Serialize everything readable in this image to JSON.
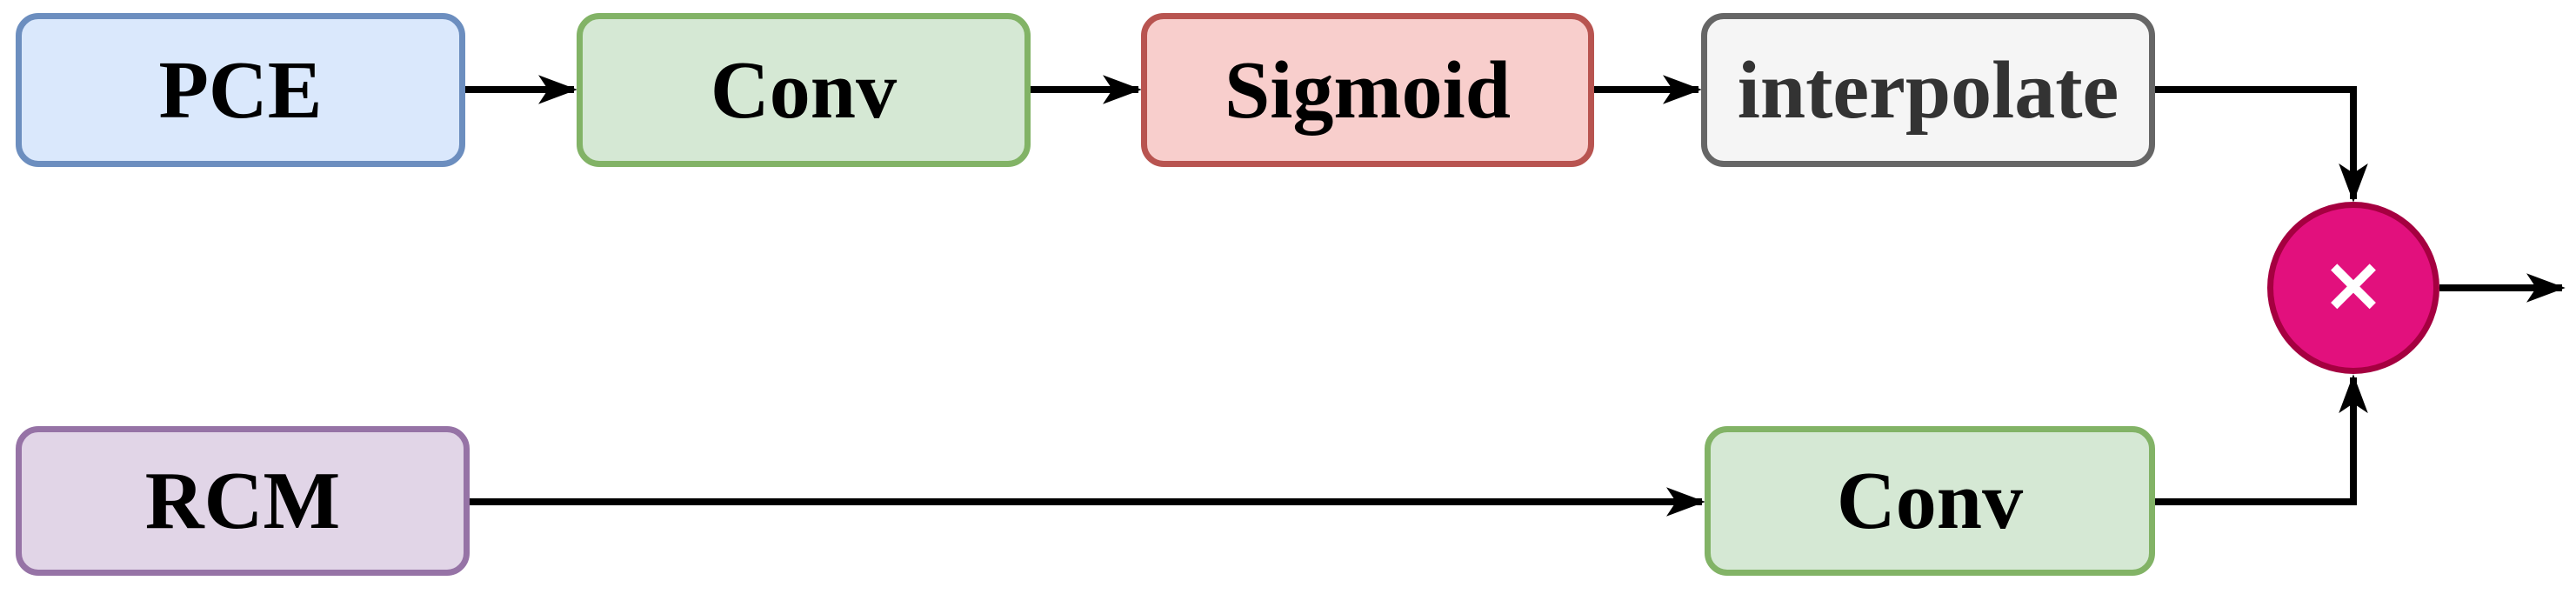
{
  "diagram": {
    "background": "#ffffff",
    "arrow_color": "#000000",
    "nodes": {
      "pce": {
        "label": "PCE",
        "fill": "#dae8fc",
        "stroke": "#6c8ebf",
        "text_color": "#000000"
      },
      "conv_top": {
        "label": "Conv",
        "fill": "#d5e8d4",
        "stroke": "#82b366",
        "text_color": "#000000"
      },
      "sigmoid": {
        "label": "Sigmoid",
        "fill": "#f8cecc",
        "stroke": "#b85450",
        "text_color": "#000000"
      },
      "interpolate": {
        "label": "interpolate",
        "fill": "#f5f5f5",
        "stroke": "#666666",
        "text_color": "#333333"
      },
      "rcm": {
        "label": "RCM",
        "fill": "#e1d5e7",
        "stroke": "#9673a6",
        "text_color": "#000000"
      },
      "conv_bottom": {
        "label": "Conv",
        "fill": "#d5e8d4",
        "stroke": "#82b366",
        "text_color": "#000000"
      },
      "multiply": {
        "symbol": "×",
        "fill": "#e2107d",
        "stroke": "#a50040",
        "symbol_color": "#ffffff"
      }
    },
    "edges": [
      {
        "from": "pce",
        "to": "conv_top"
      },
      {
        "from": "conv_top",
        "to": "sigmoid"
      },
      {
        "from": "sigmoid",
        "to": "interpolate"
      },
      {
        "from": "interpolate",
        "to": "multiply"
      },
      {
        "from": "rcm",
        "to": "conv_bottom"
      },
      {
        "from": "conv_bottom",
        "to": "multiply"
      },
      {
        "from": "multiply",
        "to": "output"
      }
    ]
  }
}
